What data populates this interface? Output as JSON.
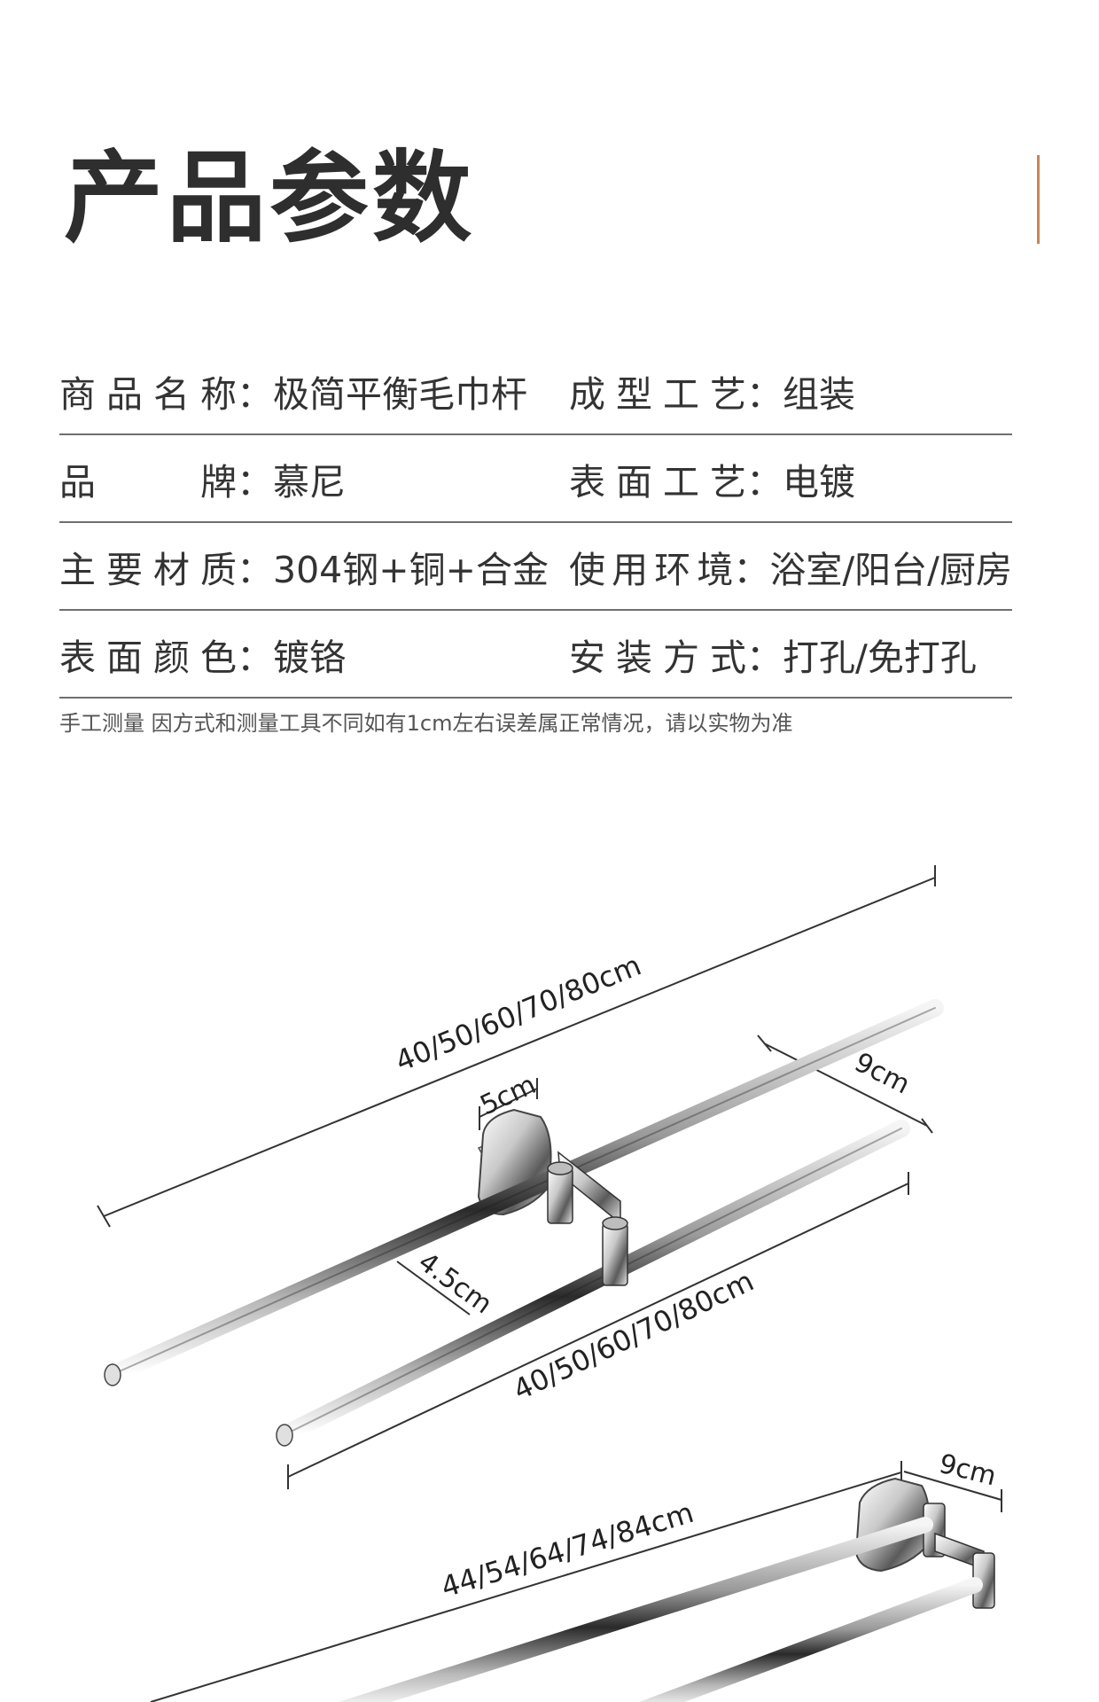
{
  "header": {
    "title": "产品参数"
  },
  "specs": [
    {
      "left": {
        "label": "商品名称",
        "colon": "：",
        "value": "极简平衡毛巾杆"
      },
      "right": {
        "label": "成型工艺",
        "colon": "：",
        "value": "组装"
      }
    },
    {
      "left": {
        "label": "品牌",
        "colon": "：",
        "value": "慕尼"
      },
      "right": {
        "label": "表面工艺",
        "colon": "：",
        "value": "电镀"
      }
    },
    {
      "left": {
        "label": "主要材质",
        "colon": "：",
        "value": "304钢+铜+合金"
      },
      "right": {
        "label": "使用环境",
        "colon": "：",
        "value": "浴室/阳台/厨房"
      }
    },
    {
      "left": {
        "label": "表面颜色",
        "colon": "：",
        "value": "镀铬"
      },
      "right": {
        "label": "安装方式",
        "colon": "：",
        "value": "打孔/免打孔"
      }
    }
  ],
  "note": "手工测量 因方式和测量工具不同如有1cm左右误差属正常情况，请以实物为准",
  "diagram": {
    "upper_long_length": "40/50/60/70/80cm",
    "lower_long_length": "40/50/60/70/80cm",
    "base_width": "5cm",
    "bar_spacing": "9cm",
    "arm_offset": "4.5cm",
    "second_length": "44/54/64/74/84cm",
    "second_spacing": "9cm"
  },
  "colors": {
    "accent": "#c9845a",
    "divider": "#6f6f6f",
    "text": "#333333"
  }
}
